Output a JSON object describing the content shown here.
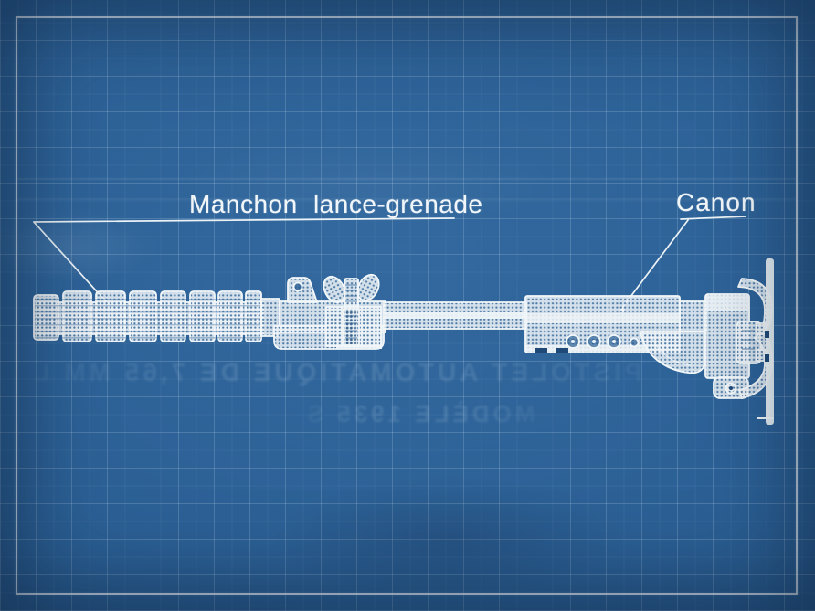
{
  "blueprint": {
    "labels": {
      "manchon": "Manchon lance-grenade",
      "canon": "Canon"
    },
    "ghost_text": {
      "line1": "PISTOLET AUTOMATIQUE DE 7,65 MM L",
      "line2": "MODÈLE 1935 S"
    },
    "colors": {
      "paper_blue": "#2b5f94",
      "grid_line": "#d7e8f8",
      "ink_white": "#f2f7f9",
      "border_white": "#e9f1f8"
    }
  }
}
